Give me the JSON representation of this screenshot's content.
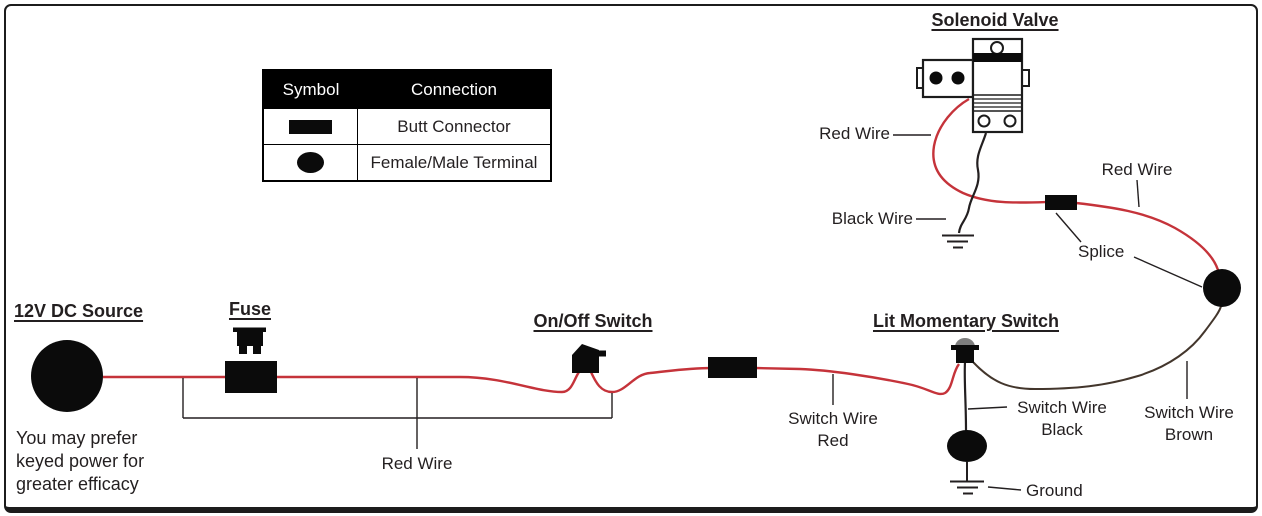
{
  "legend": {
    "headers": [
      "Symbol",
      "Connection"
    ],
    "rows": [
      {
        "symbol": "butt-connector",
        "connection": "Butt Connector"
      },
      {
        "symbol": "female-male-terminal",
        "connection": "Female/Male Terminal"
      }
    ]
  },
  "titles": {
    "solenoid_valve": "Solenoid Valve",
    "dc_source": "12V DC Source",
    "fuse": "Fuse",
    "on_off_switch": "On/Off Switch",
    "lit_momentary_switch": "Lit Momentary Switch"
  },
  "labels": {
    "red_wire_valve": "Red Wire",
    "black_wire": "Black Wire",
    "red_wire_upper": "Red Wire",
    "splice": "Splice",
    "red_wire_main": "Red Wire",
    "switch_wire_red_line1": "Switch Wire",
    "switch_wire_red_line2": "Red",
    "switch_wire_black_line1": "Switch Wire",
    "switch_wire_black_line2": "Black",
    "switch_wire_brown_line1": "Switch Wire",
    "switch_wire_brown_line2": "Brown",
    "ground": "Ground"
  },
  "notes": {
    "source_caption_line1": "You may prefer",
    "source_caption_line2": "keyed power for",
    "source_caption_line3": "greater efficacy"
  },
  "colors": {
    "red_wire": "#c5333a",
    "black_wire": "#231f20",
    "brown_wire": "#43362c",
    "momentary_button_gray": "#7f7f7f",
    "symbol_fill": "#0b0b0b"
  }
}
